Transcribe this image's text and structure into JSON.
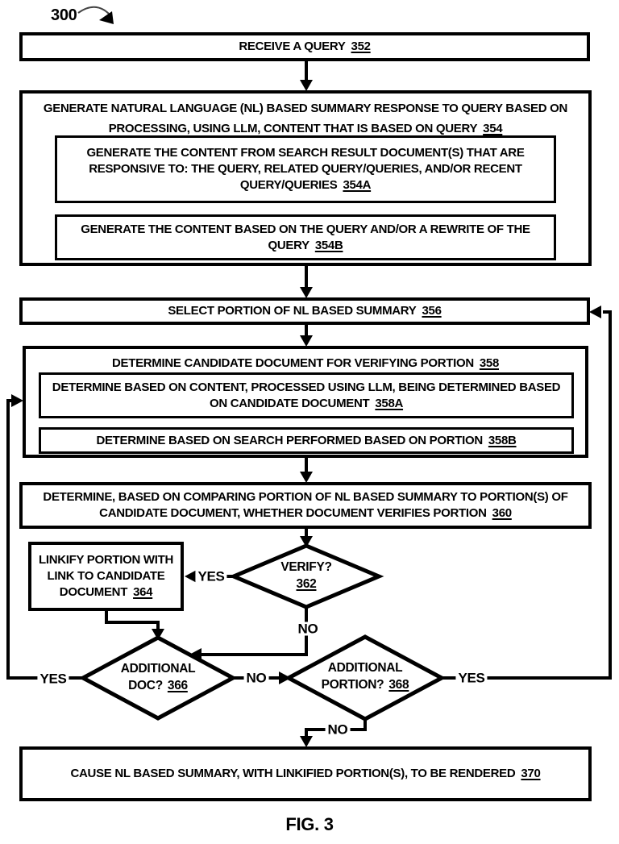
{
  "figure": {
    "number_label": "300",
    "caption": "FIG. 3"
  },
  "colors": {
    "ink": "#000000",
    "paper": "#ffffff"
  },
  "boxes": {
    "b352": {
      "text": "RECEIVE A QUERY",
      "ref": "352"
    },
    "b354": {
      "text": "GENERATE NATURAL LANGUAGE (NL) BASED SUMMARY RESPONSE TO QUERY BASED ON PROCESSING, USING LLM, CONTENT THAT IS BASED ON QUERY",
      "ref": "354"
    },
    "b354a": {
      "text": "GENERATE THE CONTENT FROM SEARCH RESULT DOCUMENT(S) THAT ARE RESPONSIVE TO:  THE QUERY, RELATED QUERY/QUERIES, AND/OR RECENT QUERY/QUERIES",
      "ref": "354A"
    },
    "b354b": {
      "text": "GENERATE THE CONTENT BASED ON THE QUERY AND/OR A REWRITE OF THE QUERY",
      "ref": "354B"
    },
    "b356": {
      "text": "SELECT PORTION OF NL BASED SUMMARY",
      "ref": "356"
    },
    "b358": {
      "text": "DETERMINE CANDIDATE DOCUMENT FOR VERIFYING PORTION",
      "ref": "358"
    },
    "b358a": {
      "text": "DETERMINE BASED ON CONTENT, PROCESSED USING LLM, BEING DETERMINED BASED ON CANDIDATE DOCUMENT",
      "ref": "358A"
    },
    "b358b": {
      "text": "DETERMINE BASED ON SEARCH PERFORMED BASED ON PORTION",
      "ref": "358B"
    },
    "b360": {
      "text": "DETERMINE, BASED ON COMPARING PORTION OF NL BASED SUMMARY TO PORTION(S) OF CANDIDATE DOCUMENT, WHETHER DOCUMENT VERIFIES PORTION",
      "ref": "360"
    },
    "b364": {
      "text": "LINKIFY PORTION WITH LINK TO CANDIDATE DOCUMENT",
      "ref": "364"
    },
    "b370": {
      "text": "CAUSE NL BASED SUMMARY, WITH LINKIFIED PORTION(S), TO BE RENDERED",
      "ref": "370"
    }
  },
  "diamonds": {
    "d362": {
      "line1": "VERIFY?",
      "ref": "362"
    },
    "d366": {
      "line1": "ADDITIONAL",
      "line2": "DOC?",
      "ref": "366"
    },
    "d368": {
      "line1": "ADDITIONAL",
      "line2": "PORTION?",
      "ref": "368"
    }
  },
  "edges": {
    "v362_yes": "YES",
    "v362_no": "NO",
    "v366_yes": "YES",
    "v366_no": "NO",
    "v368_yes": "YES",
    "v368_no": "NO"
  }
}
